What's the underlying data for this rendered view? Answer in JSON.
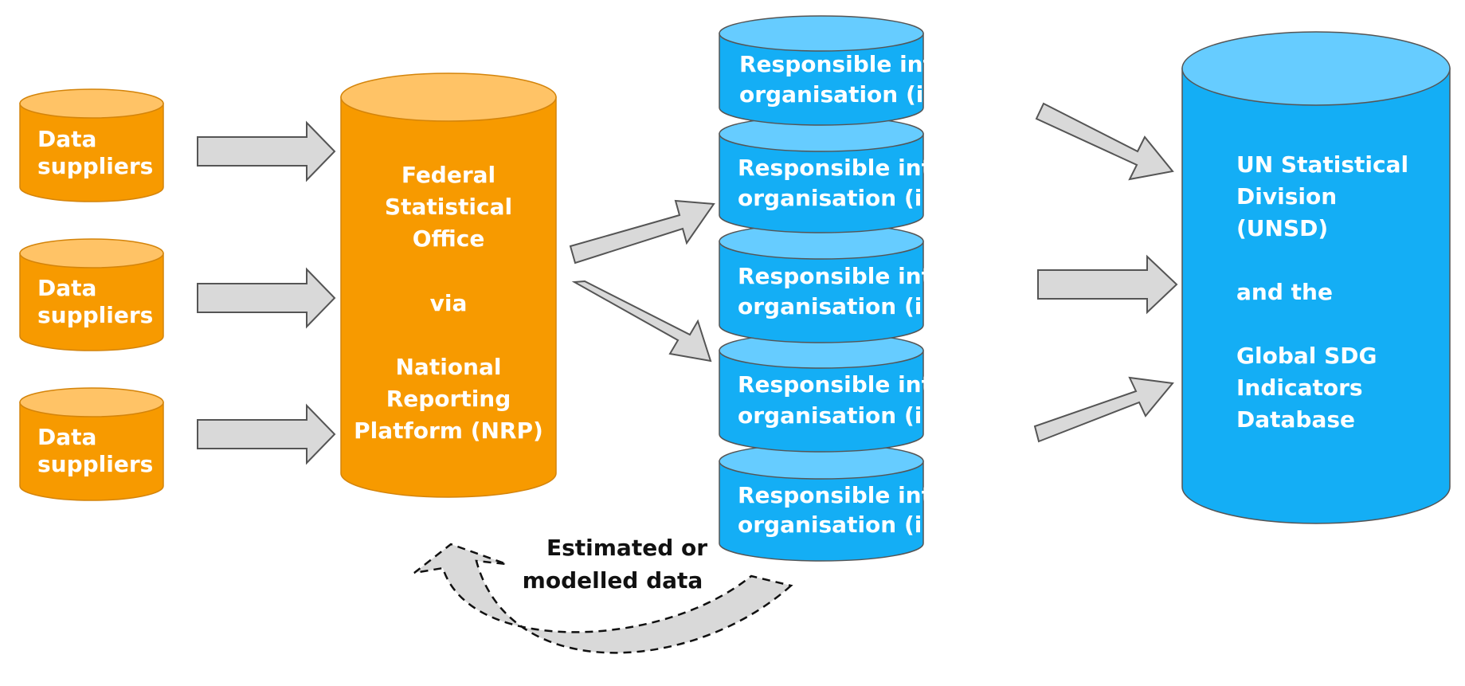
{
  "colors": {
    "orange_body": "#f79a00",
    "orange_top": "#ffc366",
    "blue_body": "#14aef5",
    "blue_top": "#66ccff",
    "arrow_fill": "#d9d9d9",
    "arrow_stroke": "#555555"
  },
  "suppliers": [
    {
      "line1": "Data",
      "line2": "suppliers"
    },
    {
      "line1": "Data",
      "line2": "suppliers"
    },
    {
      "line1": "Data",
      "line2": "suppliers"
    }
  ],
  "federal": {
    "lines": [
      "Federal",
      "Statistical",
      "Office",
      "via",
      "National",
      "Reporting",
      "Platform (NRP)"
    ]
  },
  "organisations": [
    {
      "line1": "Responsible internat.",
      "line2": "organisation (i.e. WHO)"
    },
    {
      "line1": "Responsible internat.",
      "line2": "organisation (i.e. FAO)"
    },
    {
      "line1": "Responsible internat.",
      "line2": "organisation (i.e. IMF)"
    },
    {
      "line1": "Responsible internat.",
      "line2": "organisation (i.e. UNEP)"
    },
    {
      "line1": "Responsible internat.",
      "line2": "organisation (i.e. OECD)"
    }
  ],
  "unsd": {
    "lines": [
      "UN Statistical",
      "Division",
      "(UNSD)",
      "and the",
      "Global SDG",
      "Indicators",
      "Database"
    ]
  },
  "feedback": {
    "line1": "Estimated or",
    "line2": "modelled data"
  }
}
